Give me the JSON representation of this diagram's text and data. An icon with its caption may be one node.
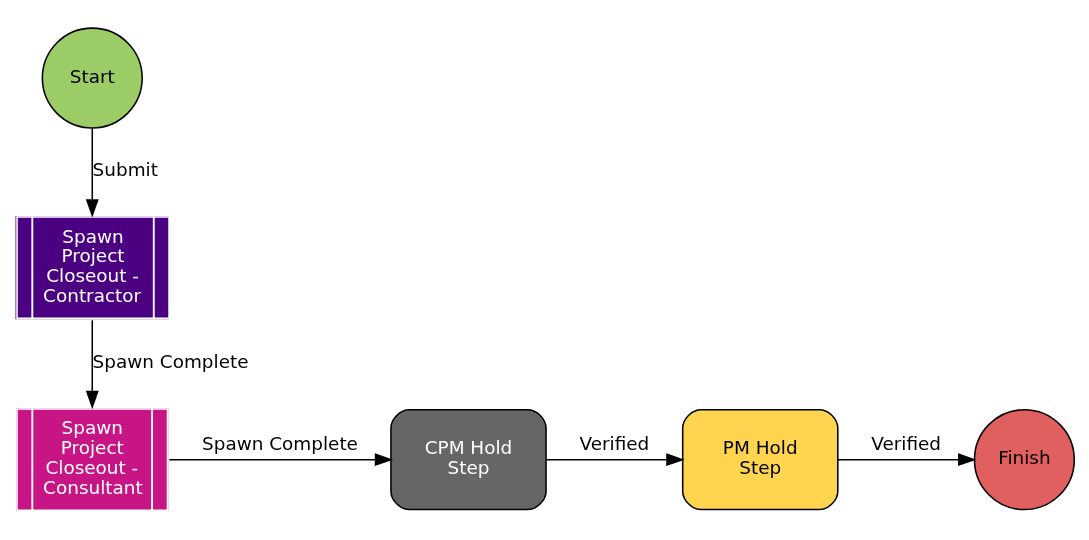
{
  "diagram": {
    "nodes": [
      {
        "text": [
          "Start"
        ]
      },
      {
        "text": [
          "Spawn Project Closeout - Contractor"
        ]
      },
      {
        "text": [
          "Spawn Project Closeout - Consultant"
        ]
      },
      {
        "text": [
          "CPM Hold Step"
        ]
      },
      {
        "text": [
          "PM Hold Step"
        ]
      },
      {
        "text": [
          "Finish"
        ]
      }
    ],
    "edges": [
      {
        "from": 0,
        "to": 1,
        "arrow": "to",
        "label": "Submit"
      },
      {
        "from": 1,
        "to": 2,
        "arrow": "to",
        "label": "Spawn Complete"
      },
      {
        "from": 2,
        "to": 3,
        "arrow": "to",
        "label": "Spawn Complete"
      },
      {
        "from": 3,
        "to": 4,
        "arrow": "to",
        "label": "Verified"
      },
      {
        "from": 4,
        "to": 5,
        "arrow": "to",
        "label": "Verified"
      }
    ]
  }
}
